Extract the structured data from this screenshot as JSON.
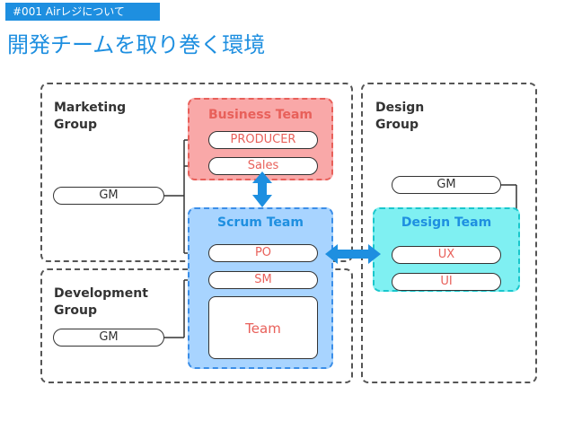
{
  "header": {
    "tag": "#001 Airレジについて",
    "title": "開発チームを取り巻く環境"
  },
  "groups": {
    "marketing": "Marketing\nGroup",
    "development": "Development\nGroup",
    "design": "Design\nGroup"
  },
  "teams": {
    "business": {
      "label": "Business Team",
      "members": [
        "PRODUCER",
        "Sales"
      ]
    },
    "scrum": {
      "label": "Scrum Team",
      "members": [
        "PO",
        "SM"
      ],
      "team_box": "Team"
    },
    "design": {
      "label": "Design Team",
      "members": [
        "UX",
        "UI"
      ]
    }
  },
  "roles": {
    "marketing_gm": "GM",
    "development_gm": "GM",
    "design_gm": "GM"
  },
  "colors": {
    "accent": "#1e8fe0",
    "business_fill": "#f9a8a8",
    "business_border": "#e8605a",
    "business_text": "#e8605a",
    "scrum_fill": "#a8d4ff",
    "scrum_border": "#3b8ee8",
    "scrum_text": "#1e8fe0",
    "design_fill": "#7ff0f2",
    "design_border": "#19c7cc",
    "design_text": "#1e8fe0",
    "arrow": "#1e8fe0"
  }
}
